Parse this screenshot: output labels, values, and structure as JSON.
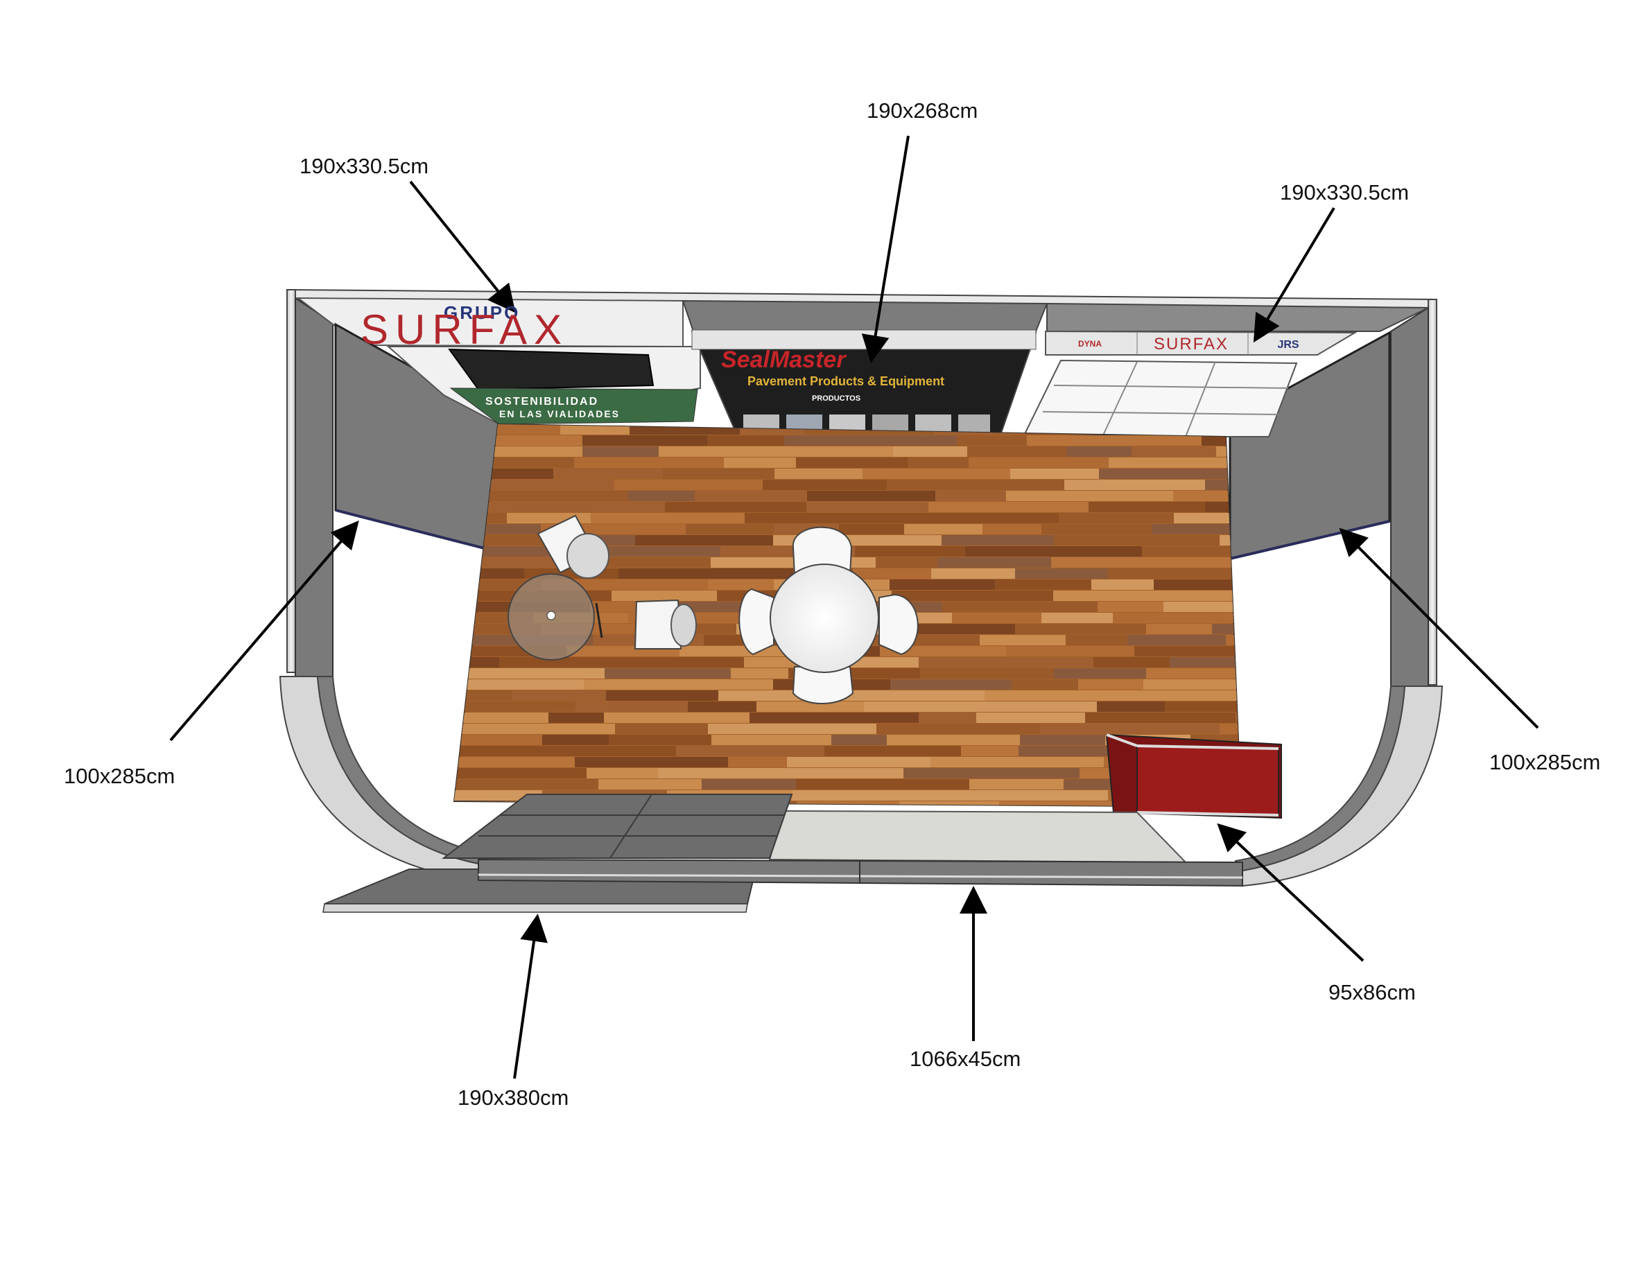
{
  "labels": {
    "back_center": "190x268cm",
    "back_left": "190x330.5cm",
    "back_right": "190x330.5cm",
    "side_left": "100x285cm",
    "side_right": "100x285cm",
    "counter": "95x86cm",
    "front_fascia": "1066x45cm",
    "entrance_ramp": "190x380cm"
  },
  "graphics": {
    "left_wall_group": "GRUPO",
    "left_wall_brand": "SURFAX",
    "left_wall_slogan_1": "SOSTENIBILIDAD",
    "left_wall_slogan_2": "EN LAS VIALIDADES",
    "center_wall_brand": "SealMaster",
    "center_wall_tagline": "Pavement Products & Equipment",
    "center_wall_section": "PRODUCTOS",
    "right_wall_logo_1": "DYNA",
    "right_wall_logo_2": "SURFAX",
    "right_wall_logo_3": "JRS"
  },
  "colors": {
    "wall_gray": "#6f6f6f",
    "frame_light": "#e6e6e6",
    "floor_wood": "#a6622c",
    "counter_red": "#9c1c1c",
    "brand_red": "#b0272d",
    "brand_navy": "#26357a",
    "ramp_gray": "#6b6b6b"
  }
}
